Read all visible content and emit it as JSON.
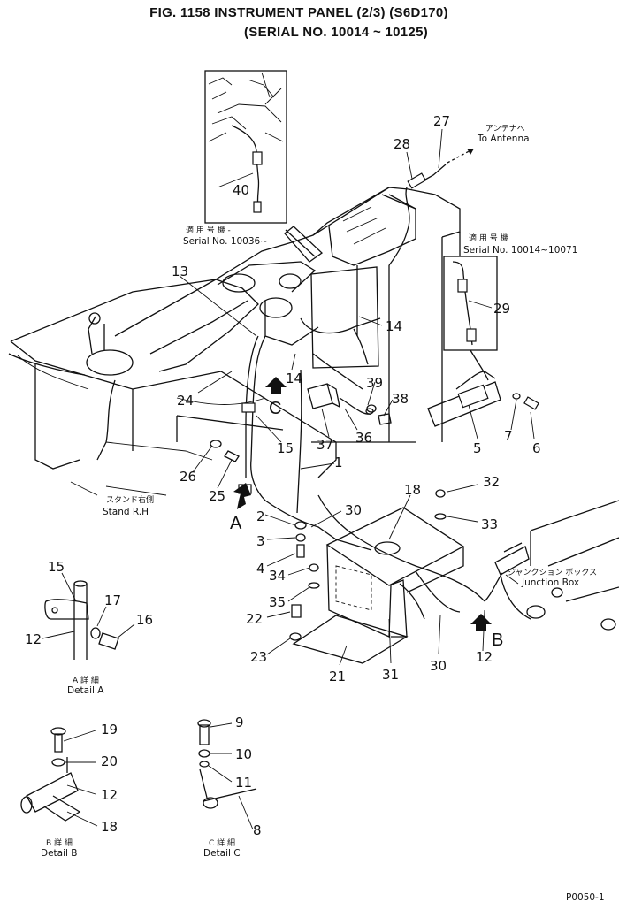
{
  "header": {
    "line1": "FIG. 1158   INSTRUMENT PANEL (2/3) (S6D170)",
    "line2": "(SERIAL NO. 10014 ~ 10125)"
  },
  "callouts": {
    "n1": "1",
    "n2": "2",
    "n3": "3",
    "n4": "4",
    "n5": "5",
    "n6": "6",
    "n7": "7",
    "n8": "8",
    "n9": "9",
    "n10": "10",
    "n11": "11",
    "n12a": "12",
    "n12b": "12",
    "n12c": "12",
    "n13": "13",
    "n14a": "14",
    "n14b": "14",
    "n15a": "15",
    "n15b": "15",
    "n16": "16",
    "n17": "17",
    "n18a": "18",
    "n18b": "18",
    "n19": "19",
    "n20": "20",
    "n21": "21",
    "n22": "22",
    "n23": "23",
    "n24": "24",
    "n25": "25",
    "n26": "26",
    "n27": "27",
    "n28": "28",
    "n29": "29",
    "n30a": "30",
    "n30b": "30",
    "n31": "31",
    "n32": "32",
    "n33": "33",
    "n34": "34",
    "n35": "35",
    "n36": "36",
    "n37": "37",
    "n38": "38",
    "n39": "39",
    "n40": "40"
  },
  "letters": {
    "A": "A",
    "B": "B",
    "C": "C"
  },
  "labels": {
    "antenna_jp": "アンテナへ",
    "antenna_en": "To Antenna",
    "serial1_jp": "適 用 号 機",
    "serial1_en": "Serial No. 10014~10071",
    "serial2_jp": "適 用 号 機  -",
    "serial2_en": "Serial No. 10036~",
    "stand_jp": "スタンド右側",
    "stand_en": "Stand R.H",
    "junction_jp": "ジャンクション ボックス",
    "junction_en": "Junction Box",
    "detailA_jp": "A 詳 細",
    "detailA_en": "Detail A",
    "detailB_jp": "B 詳 細",
    "detailB_en": "Detail B",
    "detailC_jp": "C 詳 細",
    "detailC_en": "Detail C",
    "corner_code": "P0050-1"
  }
}
